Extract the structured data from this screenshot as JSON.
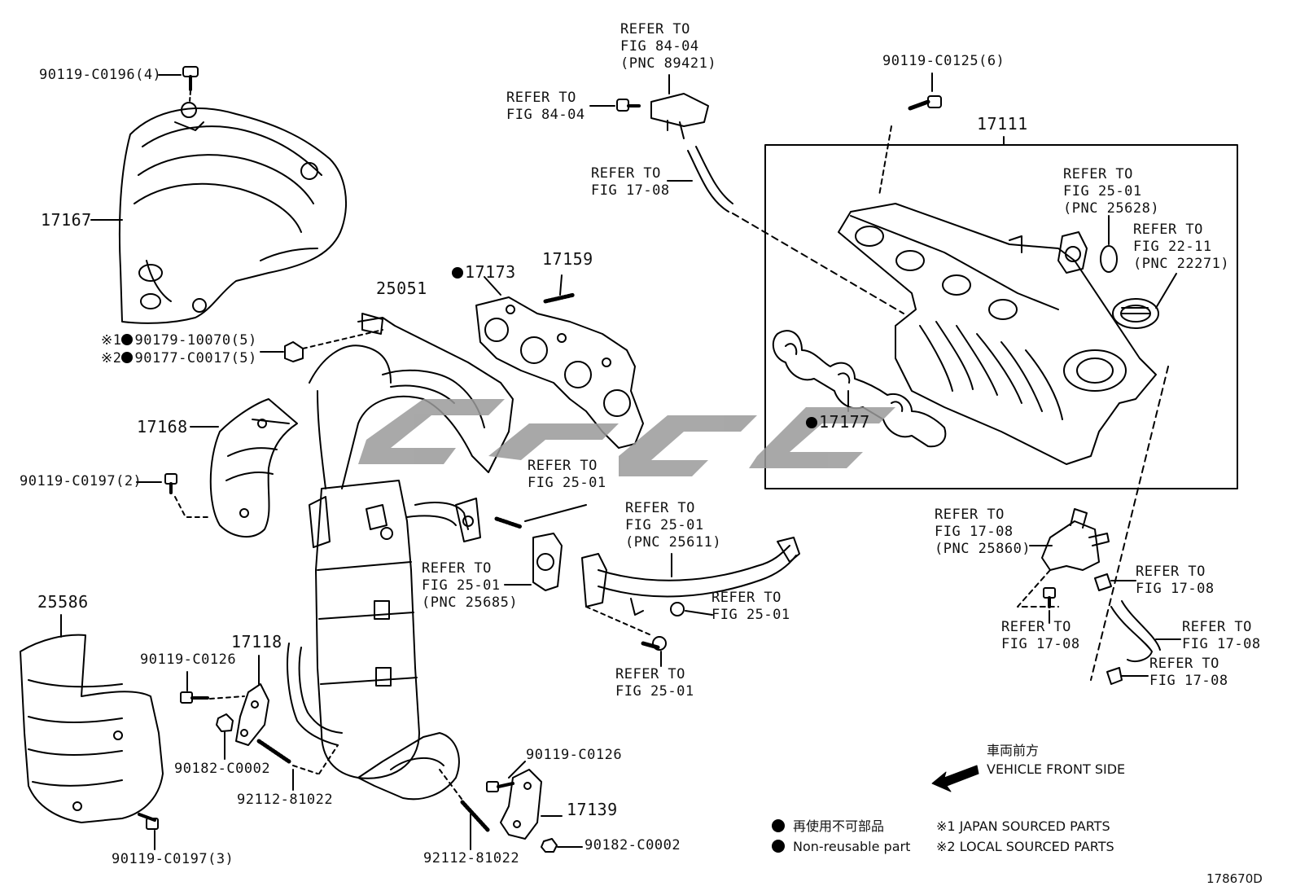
{
  "watermark_text": "",
  "labels": {
    "bolt_hs_top": "90119-C0196(4)",
    "heat_insulator_upper": "17167",
    "nut_1": "※1",
    "nut_1_part": "90179-10070(5)",
    "nut_2": "※2",
    "nut_2_part": "90177-C0017(5)",
    "manifold": "25051",
    "gasket_173": "17173",
    "stud_159": "17159",
    "insulator_168": "17168",
    "bolt_197_2": "90119-C0197(2)",
    "insulator_25586": "25586",
    "bracket_17118": "17118",
    "bolt_0126_a": "90119-C0126",
    "nut_0002_a": "90182-C0002",
    "stud_81022_a": "92112-81022",
    "bolt_197_3": "90119-C0197(3)",
    "stud_81022_b": "92112-81022",
    "bolt_0126_b": "90119-C0126",
    "bracket_17139": "17139",
    "nut_0002_b": "90182-C0002",
    "refer_top_1": [
      "REFER TO",
      "FIG 84-04",
      "(PNC 89421)"
    ],
    "refer_top_2": [
      "REFER TO",
      "FIG 84-04"
    ],
    "refer_hose_a": [
      "REFER TO",
      "FIG 17-08"
    ],
    "bolt_0125": "90119-C0125(6)",
    "intake_17111": "17111",
    "refer_2501_a": [
      "REFER TO",
      "FIG 25-01",
      "(PNC 25628)"
    ],
    "refer_2211": [
      "REFER TO",
      "FIG 22-11",
      "(PNC 22271)"
    ],
    "gasket_17177": "17177",
    "refer_2501_b": [
      "REFER TO",
      "FIG 25-01"
    ],
    "refer_2501_c": [
      "REFER TO",
      "FIG 25-01",
      "(PNC 25611)"
    ],
    "refer_2501_d": [
      "REFER TO",
      "FIG 25-01",
      "(PNC 25685)"
    ],
    "refer_2501_e": [
      "REFER TO",
      "FIG 25-01"
    ],
    "refer_2501_f": [
      "REFER TO",
      "FIG 25-01"
    ],
    "refer_1708_a": [
      "REFER TO",
      "FIG 17-08",
      "(PNC 25860)"
    ],
    "refer_1708_b": [
      "REFER TO",
      "FIG 17-08"
    ],
    "refer_1708_c": [
      "REFER TO",
      "FIG 17-08"
    ],
    "refer_1708_d": [
      "REFER TO",
      "FIG 17-08"
    ],
    "refer_1708_e": [
      "REFER TO",
      "FIG 17-08"
    ]
  },
  "legend": {
    "direction_jp": "車両前方",
    "direction_en": "VEHICLE FRONT SIDE",
    "nonreusable_jp": "再使用不可部品",
    "nonreusable_en": "Non-reusable part",
    "note1": "※1 JAPAN SOURCED PARTS",
    "note2": "※2 LOCAL SOURCED PARTS",
    "figure_id": "178670D"
  },
  "colors": {
    "line": "#000000",
    "watermark": "#a0a0a0",
    "background": "#ffffff"
  }
}
